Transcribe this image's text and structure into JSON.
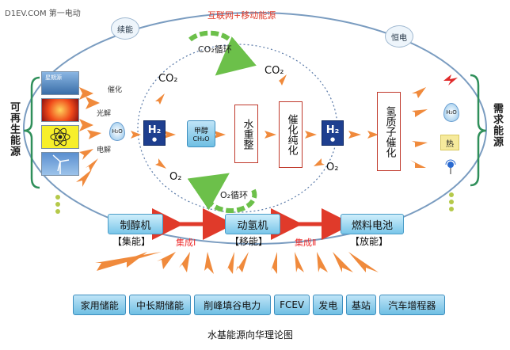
{
  "watermark": "D1EV.COM 第一电动",
  "top_title": "互联网+移动能源",
  "badges": {
    "left": "续能",
    "right": "恒电"
  },
  "left_label": "可再生能源",
  "right_label": "需求能源",
  "source_panel_top": "星期源",
  "process_labels": {
    "catalysis": "催化",
    "photolysis": "光解",
    "electrolysis": "电解"
  },
  "water_left": "H₂O",
  "co2_cycle": "CO₂循环",
  "o2_cycle": "O₂循环",
  "gas": {
    "co2_a": "CO₂",
    "co2_b": "CO₂",
    "o2_a": "O₂",
    "o2_b": "O₂"
  },
  "h2_label": "H₂",
  "methanol": {
    "name": "甲醇",
    "formula": "CH₃O"
  },
  "reforming": "水重整",
  "purify": "催化纯化",
  "pem": "氢质子催化",
  "outputs": {
    "water": "H₂O",
    "heat": "热"
  },
  "machines": [
    {
      "name": "制醇机",
      "role": "【集能】"
    },
    {
      "name": "动氢机",
      "role": "【移能】"
    },
    {
      "name": "燃料电池",
      "role": "【放能】"
    }
  ],
  "integration": {
    "one": "集成Ⅰ",
    "two": "集成Ⅱ"
  },
  "applications": [
    "家用储能",
    "中长期储能",
    "削峰填谷电力",
    "FCEV",
    "发电",
    "基站",
    "汽车增程器"
  ],
  "caption": "水基能源向华理论图",
  "colors": {
    "accent_red": "#e03a2a",
    "blue_btn": "#6fbfe3",
    "h2_box": "#1e3f8f",
    "arrow_orange": "#f08a3c",
    "cycle_green": "#6cc04a"
  }
}
